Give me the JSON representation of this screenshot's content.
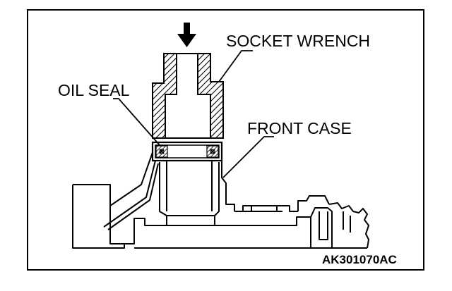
{
  "labels": {
    "socket_wrench": "SOCKET WRENCH",
    "oil_seal": "OIL SEAL",
    "front_case": "FRONT CASE"
  },
  "figure_code": "AK301070AC",
  "colors": {
    "ink": "#000000",
    "paper": "#ffffff"
  }
}
